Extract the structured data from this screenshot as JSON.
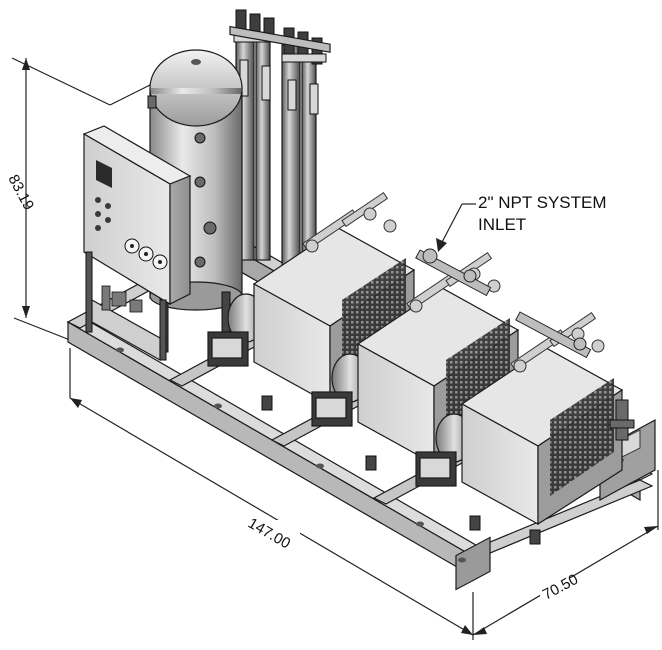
{
  "dimensions": {
    "height": "83.19",
    "length": "147.00",
    "width": "70.50"
  },
  "callout": {
    "line1": "2\" NPT SYSTEM",
    "line2": "INLET"
  },
  "colors": {
    "metal_light": "#e6e6e6",
    "metal_mid": "#b9b9b9",
    "metal_dark": "#6e6e6e",
    "shadow": "#3a3a3a",
    "line": "#222222"
  }
}
